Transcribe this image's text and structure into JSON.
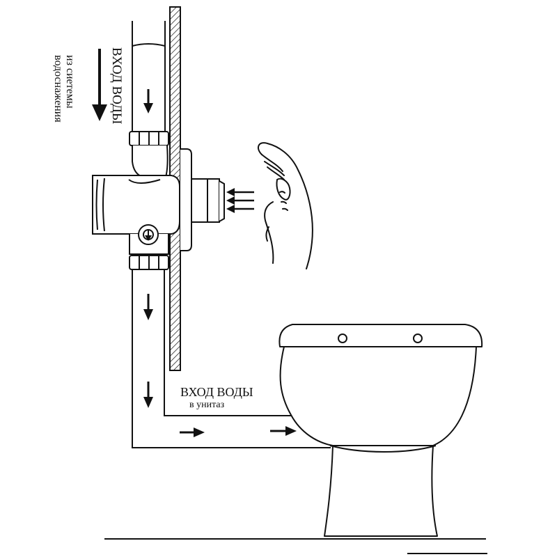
{
  "labels": {
    "inlet_title": "ВХОД ВОДЫ",
    "inlet_subtitle": "из сиетемы\nводоснажения",
    "outlet_title": "ВХОД ВОДЫ",
    "outlet_subtitle": "в унитаз"
  },
  "colors": {
    "line": "#111111",
    "background": "#ffffff"
  },
  "icons": [
    "hand-sensor-icon",
    "water-flow-arrow-icon",
    "sensor-signal-arrow-icon"
  ]
}
